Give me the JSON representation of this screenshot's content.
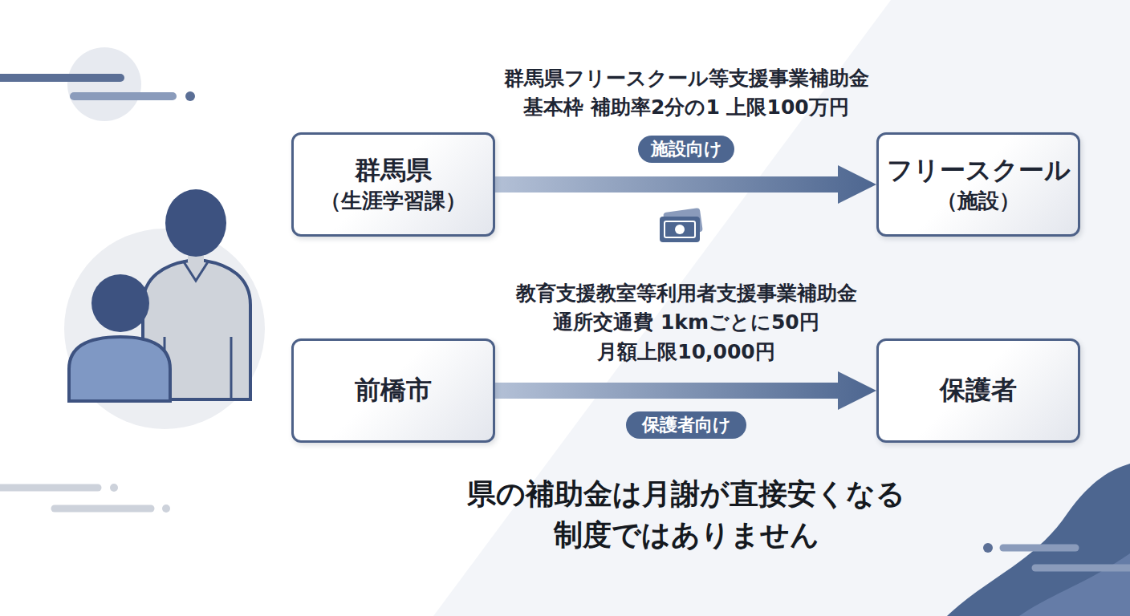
{
  "diagram": {
    "caption": "県の補助金は月謝が直接安くなる 制度ではありません",
    "nodes": [
      {
        "text": [
          "群馬県",
          "（生涯学習課）"
        ]
      },
      {
        "text": [
          "施設向け"
        ]
      },
      {
        "text": [
          "フリースクール",
          "（施設）"
        ]
      },
      {
        "text": [
          "前橋市"
        ]
      },
      {
        "text": [
          "保護者向け"
        ]
      },
      {
        "text": [
          "保護者"
        ]
      }
    ],
    "edges": [
      {
        "from": 0,
        "to": 2,
        "arrow": "to",
        "label": "群馬県フリースクール等支援事業補助金 基本枠 補助率2分の1 上限100万円"
      },
      {
        "from": 3,
        "to": 5,
        "arrow": "to",
        "label": "教育支援教室等利用者支援事業補助金 通所交通費 1kmごとに50円 月額上限10,000円"
      }
    ]
  }
}
